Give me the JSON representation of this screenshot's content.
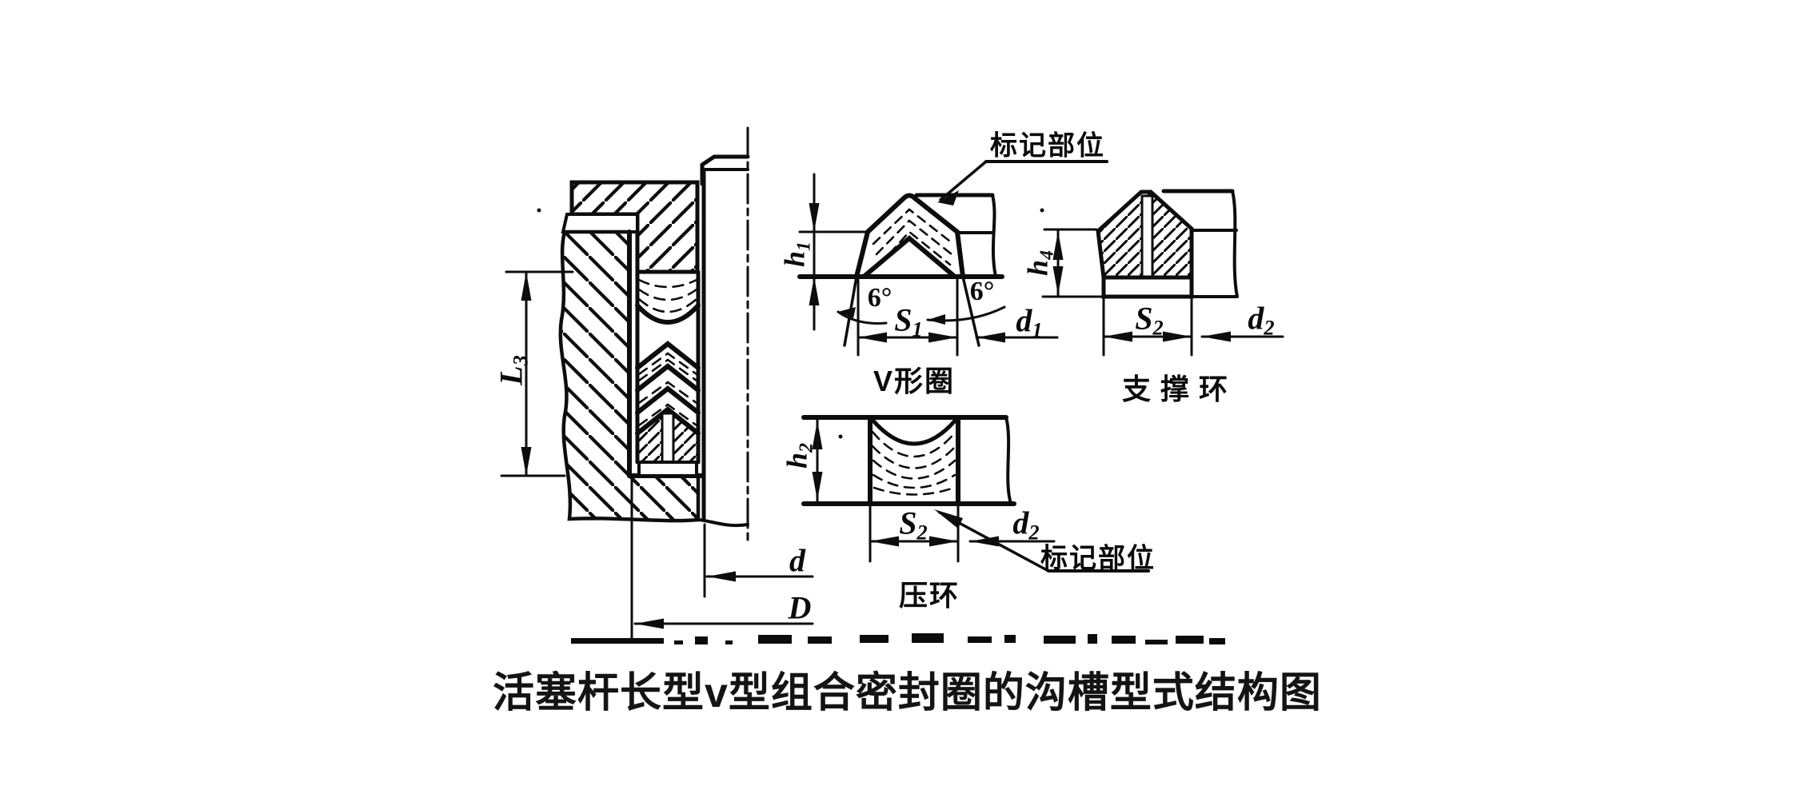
{
  "caption": "活塞杆长型v型组合密封圈的沟槽型式结构图",
  "labels": {
    "mark_location": "标记部位",
    "v_ring": "V形圈",
    "support_ring": "支撑环",
    "pressure_ring": "压环"
  },
  "dimensions": {
    "L3": {
      "main": "L",
      "sub": "3"
    },
    "h1": {
      "main": "h",
      "sub": "1"
    },
    "h2": {
      "main": "h",
      "sub": "2"
    },
    "h4": {
      "main": "h",
      "sub": "4"
    },
    "S1": {
      "main": "S",
      "sub": "1"
    },
    "S2": {
      "main": "S",
      "sub": "2"
    },
    "d1": {
      "main": "d",
      "sub": "1"
    },
    "d2": {
      "main": "d",
      "sub": "2"
    },
    "d": {
      "main": "d",
      "sub": ""
    },
    "D": {
      "main": "D",
      "sub": ""
    },
    "angle_left": "6°",
    "angle_right": "6°"
  },
  "colors": {
    "ink": "#0d0d0d",
    "background": "#ffffff"
  }
}
